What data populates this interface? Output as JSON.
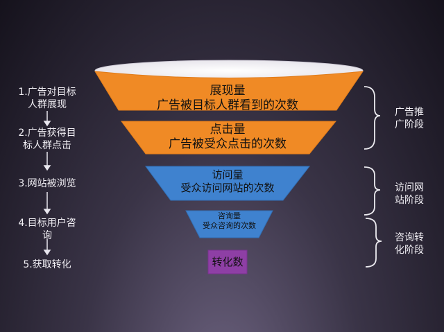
{
  "steps": [
    {
      "line1": "1.广告对目标",
      "line2": "人群展现"
    },
    {
      "line1": "2.广告获得目",
      "line2": "标人群点击"
    },
    {
      "line1": "3.网站被浏览",
      "line2": ""
    },
    {
      "line1": "4.目标用户咨",
      "line2": "询"
    },
    {
      "line1": "5.获取转化",
      "line2": ""
    }
  ],
  "funnel": [
    {
      "title": "展现量",
      "desc": "广告被目标人群看到的次数",
      "color": "#f08a25"
    },
    {
      "title": "点击量",
      "desc": "广告被受众点击的次数",
      "color": "#f08a25"
    },
    {
      "title": "访问量",
      "desc": "受众访问网站的次数",
      "color": "#3f82cf"
    },
    {
      "title": "咨询量",
      "desc": "受众咨询的次数",
      "color": "#3f82cf"
    },
    {
      "title": "转化数",
      "desc": "",
      "color": "#8e3fa5"
    }
  ],
  "phases": [
    {
      "line1": "广告推",
      "line2": "广阶段"
    },
    {
      "line1": "访问网",
      "line2": "站阶段"
    },
    {
      "line1": "咨询转",
      "line2": "化阶段"
    }
  ]
}
